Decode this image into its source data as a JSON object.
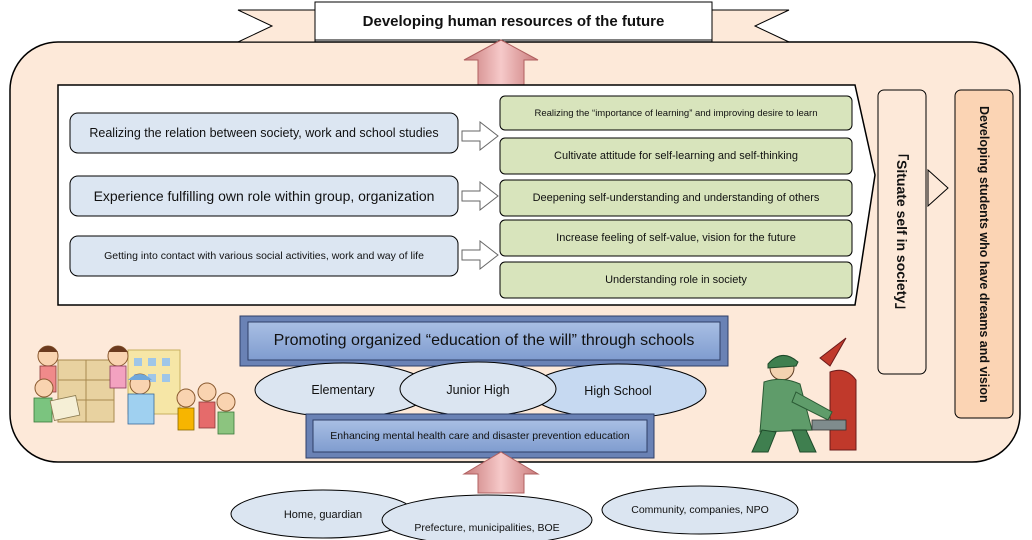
{
  "banner": {
    "title": "Developing human resources of the future"
  },
  "experiences": [
    "Realizing the relation between society, work and school studies",
    "Experience fulfilling own role within group, organization",
    "Getting into contact with various social activities, work and way of life"
  ],
  "outcomes": [
    "Realizing the “importance of learning” and improving desire to learn",
    "Cultivate attitude for self-learning and self-thinking",
    "Deepening self-understanding and understanding of others",
    "Increase feeling of self-value, vision for the future",
    "Understanding role in society"
  ],
  "situate_self": "「Situate self in society」",
  "dreams": "Developing students who have dreams and vision",
  "education_will": "Promoting organized “education of the will” through schools",
  "school_levels": [
    "Elementary",
    "Junior High",
    "High School"
  ],
  "mental_health": "Enhancing mental health care and disaster prevention education",
  "supporters": [
    "Home, guardian",
    "Prefecture, municipalities, BOE",
    "Community, companies, NPO"
  ],
  "colors": {
    "frame_fill": "#fde9d9",
    "outcome_fill": "#d8e4bc",
    "experience_fill": "#dce6f2",
    "big_arrow": "#e6a8a8",
    "bar_fill": "#8eaadb",
    "oval_fill": "#dbe5f1"
  }
}
